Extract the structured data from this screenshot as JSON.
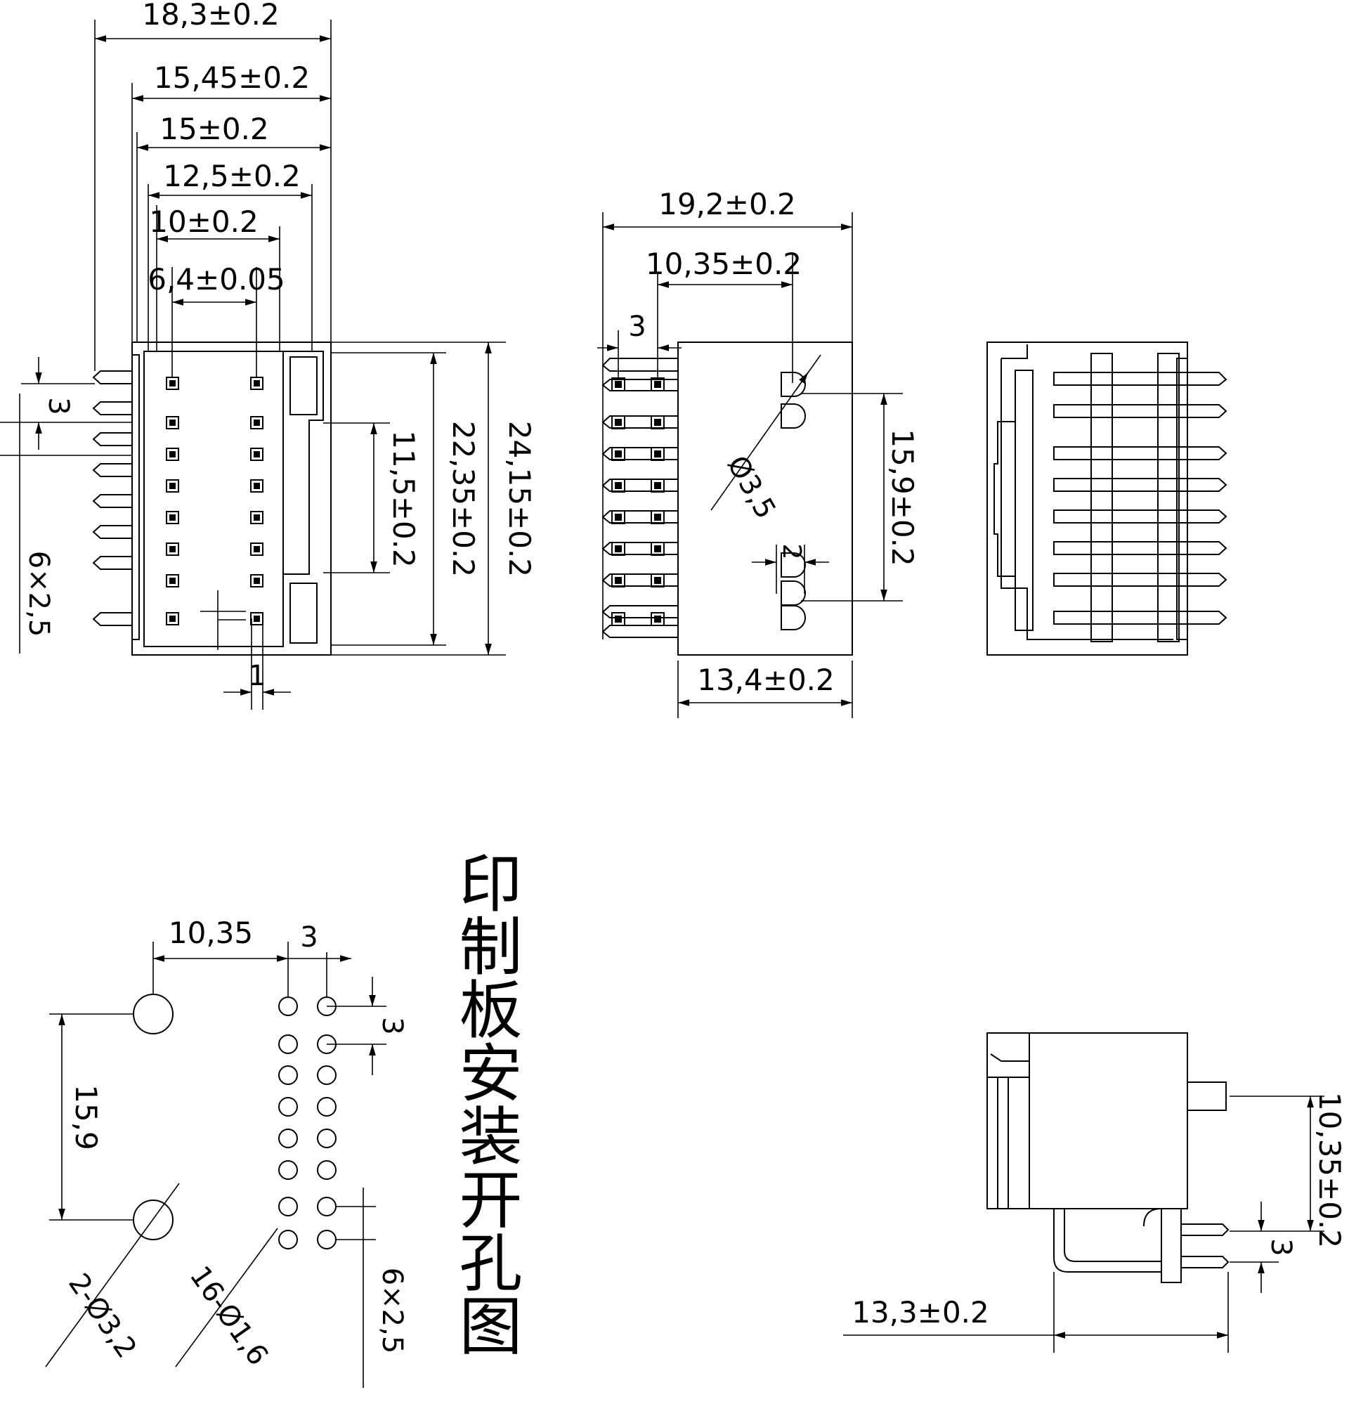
{
  "front_view": {
    "dims": {
      "overall_width": "18,3±0.2",
      "body_width": "15,45±0.2",
      "inner_width": "15±0.2",
      "latch_width": "12,5±0.2",
      "contact_span": "10±0.2",
      "pin_row_spacing": "6,4±0.05",
      "overall_height": "24,15±0.2",
      "inner_height": "22,35±0.2",
      "latch_height": "11,5±0.2",
      "pin_pitch": "3",
      "pin_count_pitch": "6×2,5",
      "contact_size": "1"
    }
  },
  "side_view": {
    "dims": {
      "overall_width": "19,2±0.2",
      "post_offset": "10,35±0.2",
      "pin_pitch": "3",
      "post_spacing": "15,9±0.2",
      "post_diameter": "Ø3,5",
      "post_width": "2",
      "body_depth": "13,4±0.2"
    }
  },
  "pcb_layout": {
    "title": "印制板安装开孔图",
    "dims": {
      "post_offset": "10,35",
      "row_spacing": "3",
      "post_spacing": "15,9",
      "pin_pitch": "3",
      "post_holes": "2-Ø3,2",
      "pin_holes": "16-Ø1,6",
      "pin_count_pitch": "6×2,5"
    }
  },
  "bottom_view": {
    "dims": {
      "post_offset": "10,35±0.2",
      "pin_pitch": "3",
      "depth": "13,3±0.2"
    }
  }
}
